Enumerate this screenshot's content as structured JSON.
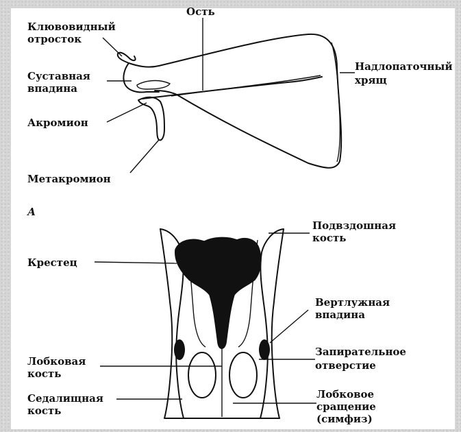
{
  "scapula": {
    "coracoid": [
      "Клювовидный",
      "отросток"
    ],
    "spine": "Ость",
    "suprascapular": [
      "Надлопаточный",
      "хрящ"
    ],
    "glenoid": [
      "Суставная",
      "впадина"
    ],
    "acromion": "Акромион",
    "metacromion": "Метакромион",
    "panel_letter": "А"
  },
  "pelvis": {
    "ilium": [
      "Подвздошная",
      "кость"
    ],
    "sacrum": "Крестец",
    "acetabulum": [
      "Вертлужная",
      "впадина"
    ],
    "obturator": [
      "Запирательное",
      "отверстие"
    ],
    "pubis": [
      "Лобковая",
      "кость"
    ],
    "ischium": [
      "Седалищная",
      "кость"
    ],
    "symphysis": [
      "Лобковое",
      "сращение",
      "(симфиз)"
    ]
  },
  "colors": {
    "ink": "#111111",
    "paper": "#ffffff",
    "border": "#d6d6d6"
  }
}
